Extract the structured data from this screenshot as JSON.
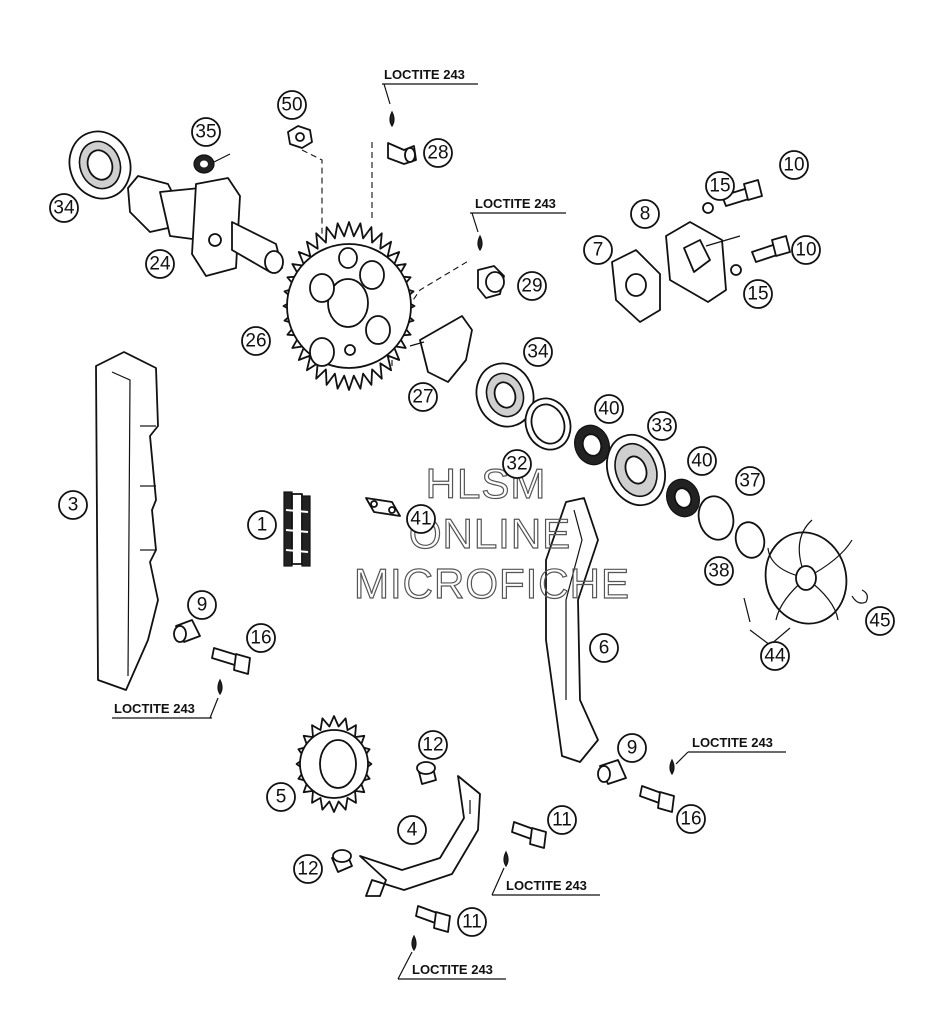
{
  "note_label": "LOCTITE 243",
  "watermark": [
    "HLSM",
    "ONLINE",
    "MICROFICHE"
  ],
  "callouts": [
    {
      "key": "c34a",
      "label": "34"
    },
    {
      "key": "c35",
      "label": "35"
    },
    {
      "key": "c50",
      "label": "50"
    },
    {
      "key": "c28",
      "label": "28"
    },
    {
      "key": "c24",
      "label": "24"
    },
    {
      "key": "c26",
      "label": "26"
    },
    {
      "key": "c29",
      "label": "29"
    },
    {
      "key": "c27",
      "label": "27"
    },
    {
      "key": "c34b",
      "label": "34"
    },
    {
      "key": "c10a",
      "label": "10"
    },
    {
      "key": "c15a",
      "label": "15"
    },
    {
      "key": "c8",
      "label": "8"
    },
    {
      "key": "c7",
      "label": "7"
    },
    {
      "key": "c10b",
      "label": "10"
    },
    {
      "key": "c15b",
      "label": "15"
    },
    {
      "key": "c40a",
      "label": "40"
    },
    {
      "key": "c33",
      "label": "33"
    },
    {
      "key": "c32",
      "label": "32"
    },
    {
      "key": "c40b",
      "label": "40"
    },
    {
      "key": "c37",
      "label": "37"
    },
    {
      "key": "c41",
      "label": "41"
    },
    {
      "key": "c38",
      "label": "38"
    },
    {
      "key": "c45",
      "label": "45"
    },
    {
      "key": "c44",
      "label": "44"
    },
    {
      "key": "c3",
      "label": "3"
    },
    {
      "key": "c1",
      "label": "1"
    },
    {
      "key": "c9a",
      "label": "9"
    },
    {
      "key": "c16a",
      "label": "16"
    },
    {
      "key": "c6",
      "label": "6"
    },
    {
      "key": "c9b",
      "label": "9"
    },
    {
      "key": "c16b",
      "label": "16"
    },
    {
      "key": "c12a",
      "label": "12"
    },
    {
      "key": "c5",
      "label": "5"
    },
    {
      "key": "c4",
      "label": "4"
    },
    {
      "key": "c11a",
      "label": "11"
    },
    {
      "key": "c12b",
      "label": "12"
    },
    {
      "key": "c11b",
      "label": "11"
    }
  ]
}
